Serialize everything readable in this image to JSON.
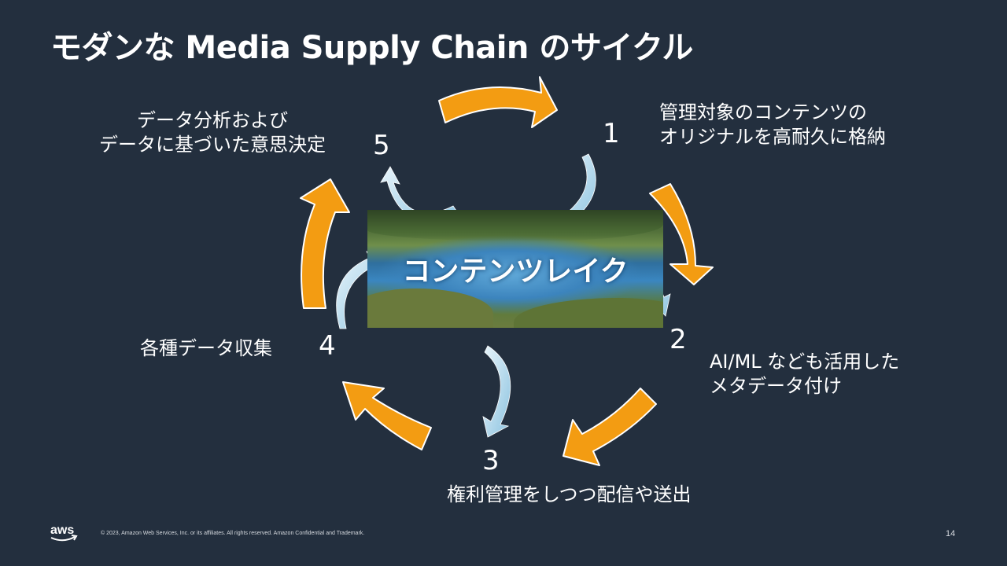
{
  "slide": {
    "title": "モダンな Media Supply Chain のサイクル",
    "center_label": "コンテンツレイク",
    "steps": [
      {
        "number": "1",
        "lines": [
          "管理対象のコンテンツの",
          "オリジナルを高耐久に格納"
        ]
      },
      {
        "number": "2",
        "lines": [
          "AI/ML なども活用した",
          "メタデータ付け"
        ]
      },
      {
        "number": "3",
        "lines": [
          "権利管理をしつつ配信や送出"
        ]
      },
      {
        "number": "4",
        "lines": [
          "各種データ収集"
        ]
      },
      {
        "number": "5",
        "lines": [
          "データ分析および",
          "データに基づいた意思決定"
        ]
      }
    ],
    "colors": {
      "background": "#232f3e",
      "arrow": "#f39c12",
      "arrow_outline": "#ffffff",
      "inner_arrow": "#b0d8ee"
    }
  },
  "footer": {
    "logo": "aws",
    "copyright": "© 2023, Amazon Web Services, Inc. or its affiliates. All rights reserved. Amazon Confidential and Trademark.",
    "page_number": "14"
  }
}
